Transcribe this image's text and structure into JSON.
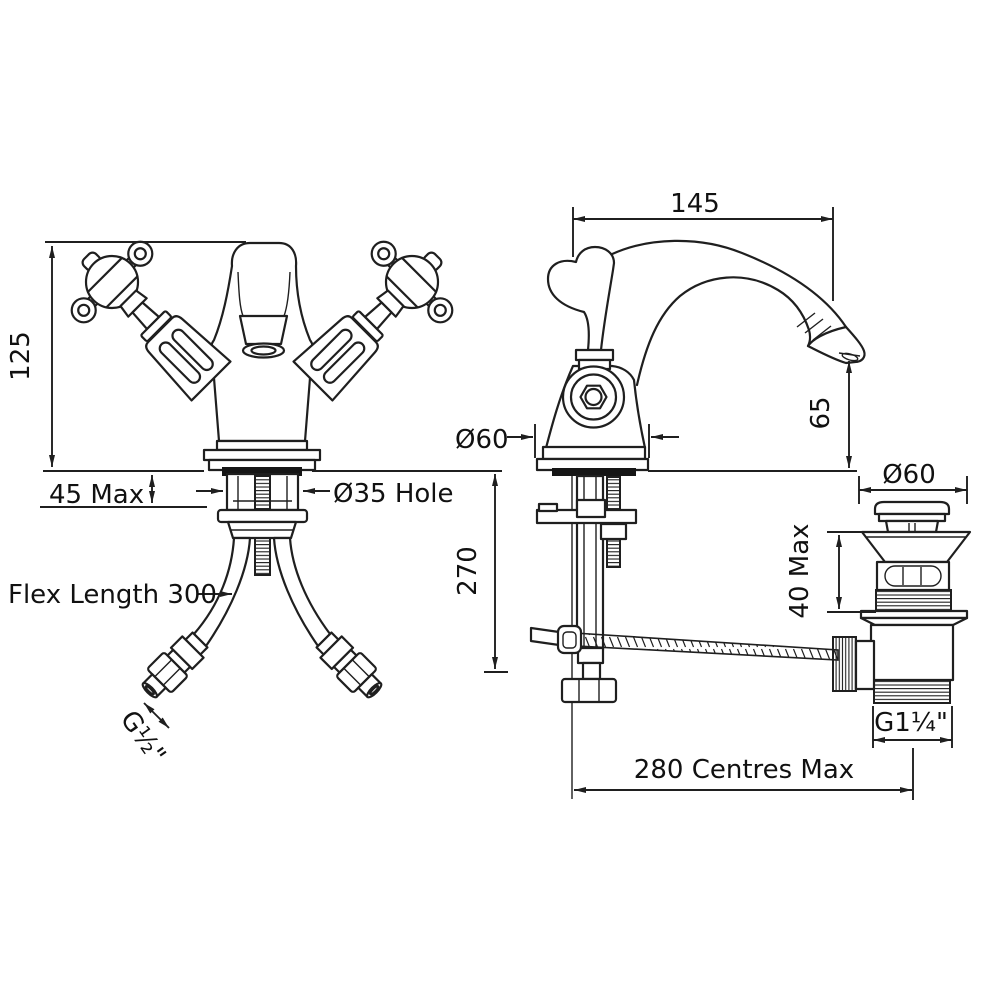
{
  "colors": {
    "line": "#1f1f1f",
    "background": "#ffffff",
    "text": "#111111"
  },
  "front_view": {
    "dim_height": "125",
    "dim_base_max": "45 Max",
    "dim_hole": "Ø35 Hole",
    "dim_flex": "Flex Length 300",
    "dim_inlet_thread": "G½\""
  },
  "side_view": {
    "dim_reach": "145",
    "dim_spout_height": "65",
    "dim_body_dia": "Ø60",
    "dim_below_deck": "270",
    "dim_waste_dia": "Ø60",
    "dim_waste_depth": "40 Max",
    "dim_waste_thread": "G1¼\"",
    "dim_centres": "280 Centres Max"
  }
}
